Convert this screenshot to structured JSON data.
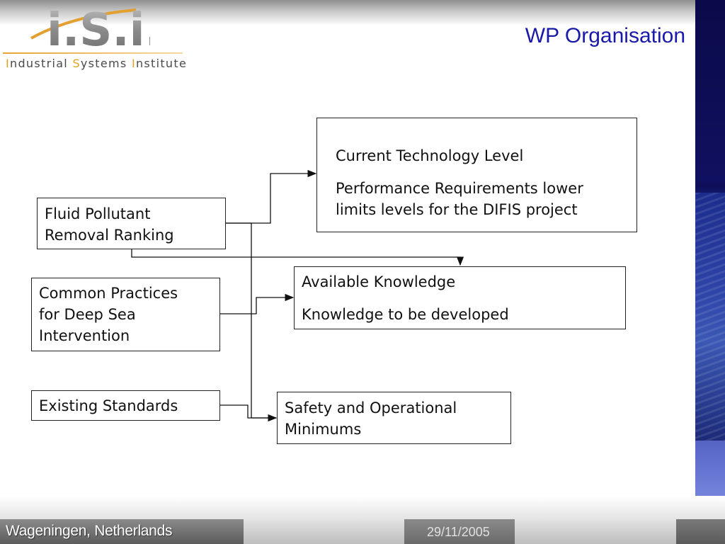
{
  "logo": {
    "mark_text": "i.S.i.",
    "text_parts": [
      "I",
      "ndustrial ",
      "S",
      "ystems ",
      "I",
      "nstitute"
    ]
  },
  "slide": {
    "title": "WP Organisation"
  },
  "diagram": {
    "inputs": {
      "fluid": [
        "Fluid Pollutant",
        "Removal Ranking"
      ],
      "common": [
        "Common Practices",
        "for Deep Sea",
        "Intervention"
      ],
      "existing": "Existing Standards"
    },
    "outputs": {
      "tech": {
        "line1": "Current Technology Level",
        "line2a": "Performance Requirements lower",
        "line2b": "limits levels for the DIFIS project"
      },
      "avail": {
        "line1": "Available Knowledge",
        "line2": "Knowledge to be developed"
      },
      "safety": [
        "Safety and Operational",
        "Minimums"
      ]
    }
  },
  "footer": {
    "location": "Wageningen, Netherlands",
    "date": "29/11/2005"
  },
  "colors": {
    "title": "#1a1aa8",
    "accent": "#e0a020",
    "side_strip": "#1d2f8a"
  }
}
